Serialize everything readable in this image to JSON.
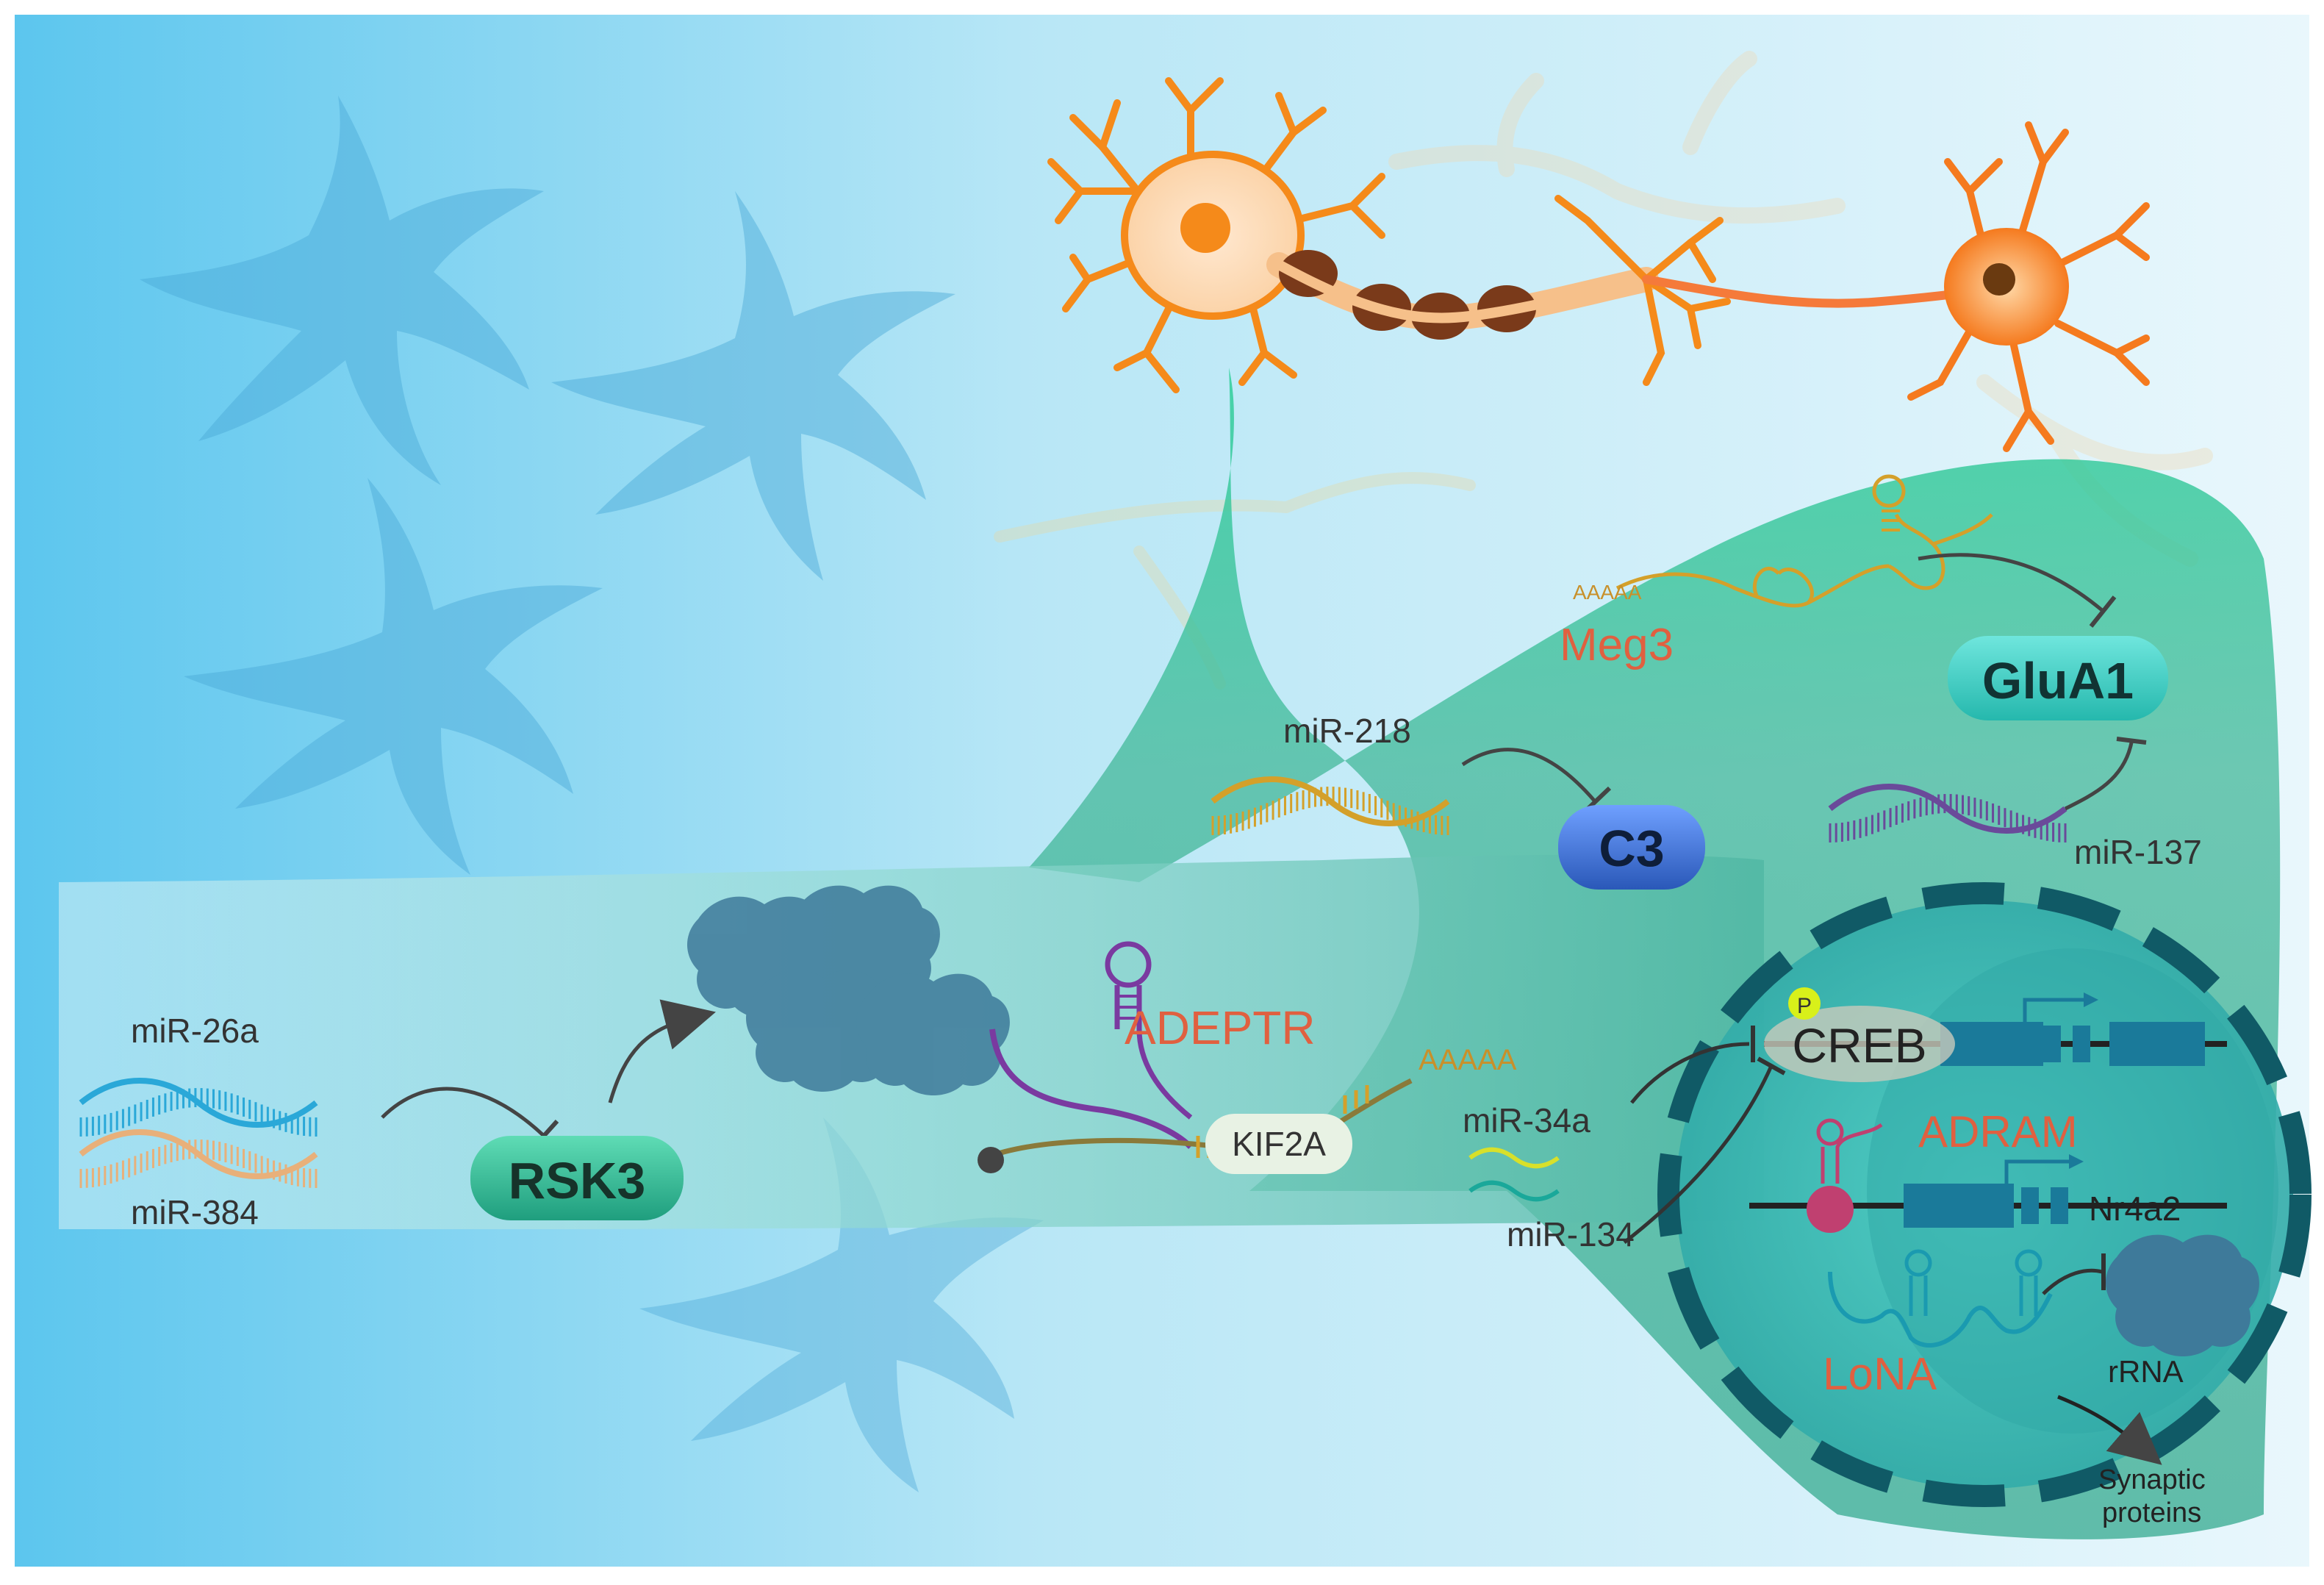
{
  "labels": {
    "mir26a": "miR-26a",
    "mir384": "miR-384",
    "rsk3": "RSK3",
    "adeptr": "ADEPTR",
    "kif2a": "KIF2A",
    "poly_a_adeptr": "AAAAA",
    "meg3": "Meg3",
    "poly_a_meg3": "AAAAA",
    "glua1": "GluA1",
    "mir218": "miR-218",
    "c3": "C3",
    "mir137": "miR-137",
    "creb": "CREB",
    "phospho": "P",
    "mir34a": "miR-34a",
    "mir134": "miR-134",
    "adram": "ADRAM",
    "nr4a2": "Nr4a2",
    "lona": "LoNA",
    "rrna": "rRNA",
    "synaptic_line1": "Synaptic",
    "synaptic_line2": "proteins"
  },
  "colors": {
    "mir26a": "#2aa8d8",
    "mir384": "#e8b07a",
    "mir218": "#d4a02a",
    "mir137": "#6a4a9a",
    "mir34a": "#d8e02a",
    "mir134": "#1aa89a",
    "meg3": "#d4a02a",
    "adeptr_loop": "#7a3aa0",
    "lona": "#1a9ab0",
    "adram": "#c04070",
    "red_label": "#e06040",
    "box_green": "#2fbf95",
    "box_teal": "#3cc8c0",
    "box_blue": "#3a6ed0",
    "gene": "#1a7a9a",
    "nucleus_border": "#105a66",
    "neuron_orange": "#f58a1a"
  }
}
